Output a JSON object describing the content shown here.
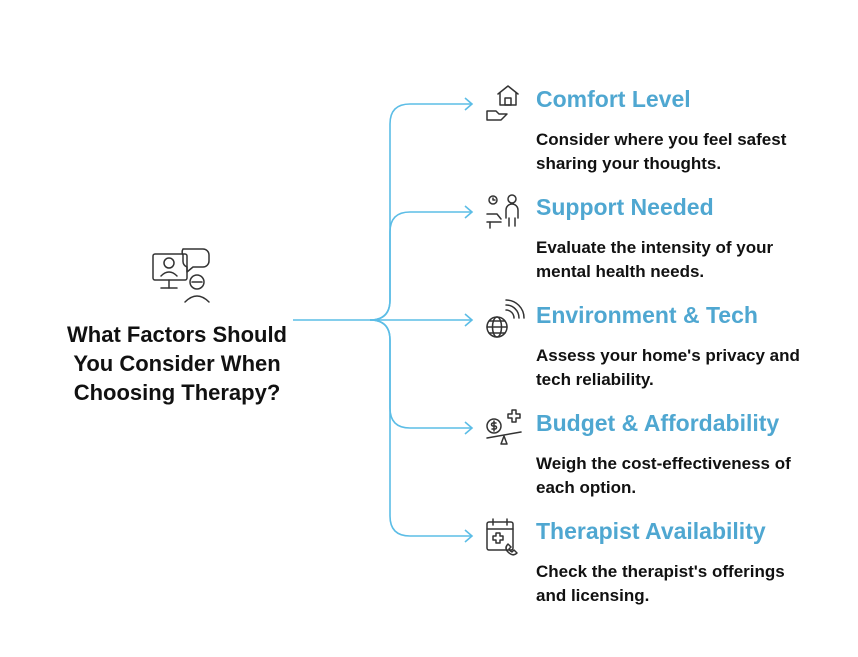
{
  "center": {
    "title_lines": [
      "What Factors Should",
      "You Consider When",
      "Choosing Therapy?"
    ],
    "icon": "online-therapy-icon"
  },
  "connector_color": "#5cbde6",
  "title_color": "#4fa7d1",
  "factors": [
    {
      "title": "Comfort Level",
      "icon": "home-hand-icon",
      "desc_lines": [
        "Consider where you feel safest",
        "sharing your thoughts."
      ]
    },
    {
      "title": "Support Needed",
      "icon": "therapy-session-icon",
      "desc_lines": [
        "Evaluate the intensity of your",
        "mental health needs."
      ]
    },
    {
      "title": "Environment & Tech",
      "icon": "globe-signal-icon",
      "desc_lines": [
        "Assess your home's privacy and",
        "tech reliability."
      ]
    },
    {
      "title": "Budget & Affordability",
      "icon": "cost-balance-icon",
      "desc_lines": [
        "Weigh the cost-effectiveness of",
        "each option."
      ]
    },
    {
      "title": "Therapist Availability",
      "icon": "calendar-medical-icon",
      "desc_lines": [
        "Check the therapist's offerings",
        "and licensing."
      ]
    }
  ]
}
